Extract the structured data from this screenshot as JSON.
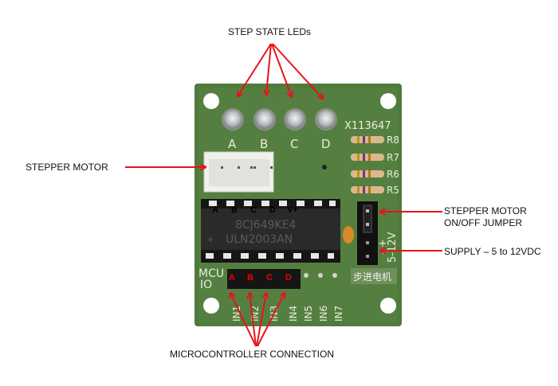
{
  "labels": {
    "step_state_leds": "STEP STATE LEDs",
    "stepper_motor": "STEPPER MOTOR",
    "jumper_line1": "STEPPER MOTOR",
    "jumper_line2": "ON/OFF JUMPER",
    "supply": "SUPPLY – 5 to 12VDC",
    "mcu_connection": "MICROCONTROLLER CONNECTION"
  },
  "board": {
    "part_id": "X113647",
    "led_labels": [
      "A",
      "B",
      "C",
      "D"
    ],
    "resistors": [
      "R8",
      "R7",
      "R6",
      "R5"
    ],
    "chip_pin_labels": [
      "A",
      "B",
      "C",
      "D",
      "V+"
    ],
    "chip_line1": "8CJ649KE4",
    "chip_line2": "ULN2003AN",
    "header_labels": [
      "A",
      "B",
      "C",
      "D"
    ],
    "mcu_label1": "MCU",
    "mcu_label2": "IO",
    "input_labels": [
      "IN1",
      "IN2",
      "IN3",
      "IN4",
      "IN5",
      "IN6",
      "IN7"
    ],
    "voltage_label": "5-12V",
    "polarity": "- +",
    "chinese_label": "步进电机"
  },
  "colors": {
    "arrow": "#e8121a",
    "pcb": "#4d7a3a",
    "header_text": "#e00000"
  }
}
